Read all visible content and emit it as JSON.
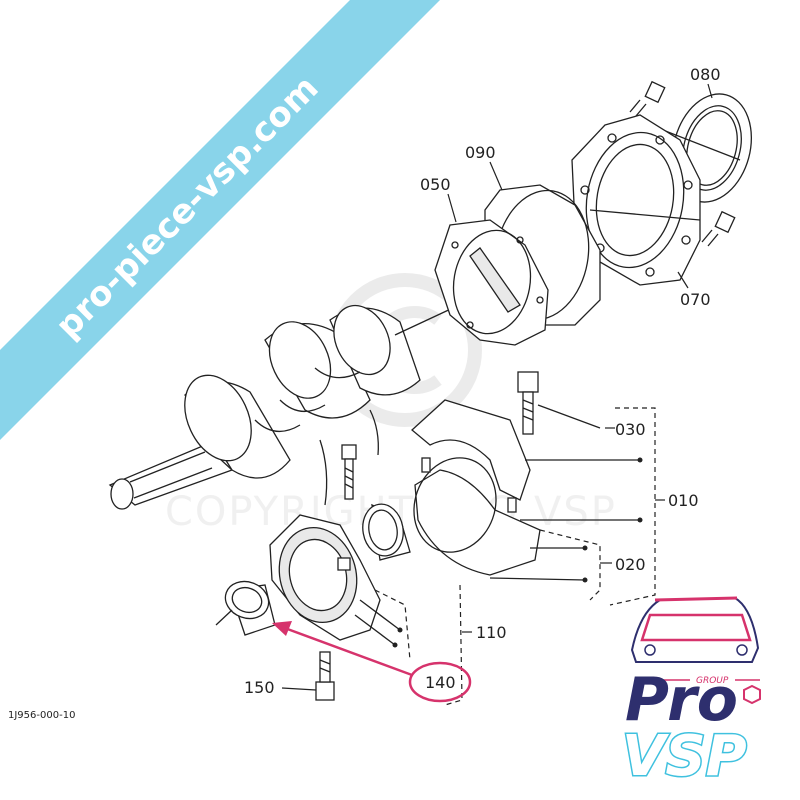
{
  "banner": {
    "text": "pro-piece-vsp.com",
    "color": "#89d4ea"
  },
  "watermark": {
    "text": "COPYRIGHT  PRO VSP"
  },
  "callouts": {
    "c080": "080",
    "c090": "090",
    "c050": "050",
    "c070": "070",
    "c030": "030",
    "c010": "010",
    "c020": "020",
    "c110": "110",
    "c140": "140",
    "c150": "150"
  },
  "reference_code": "1J956-000-10",
  "highlight": {
    "color": "#d6336c",
    "target": "140"
  },
  "logo": {
    "group": "GROUP",
    "line1": "Pro",
    "line2": "VSP",
    "primary": "#2e2f6e",
    "accent": "#3fc1df",
    "badge": "#d6336c"
  }
}
